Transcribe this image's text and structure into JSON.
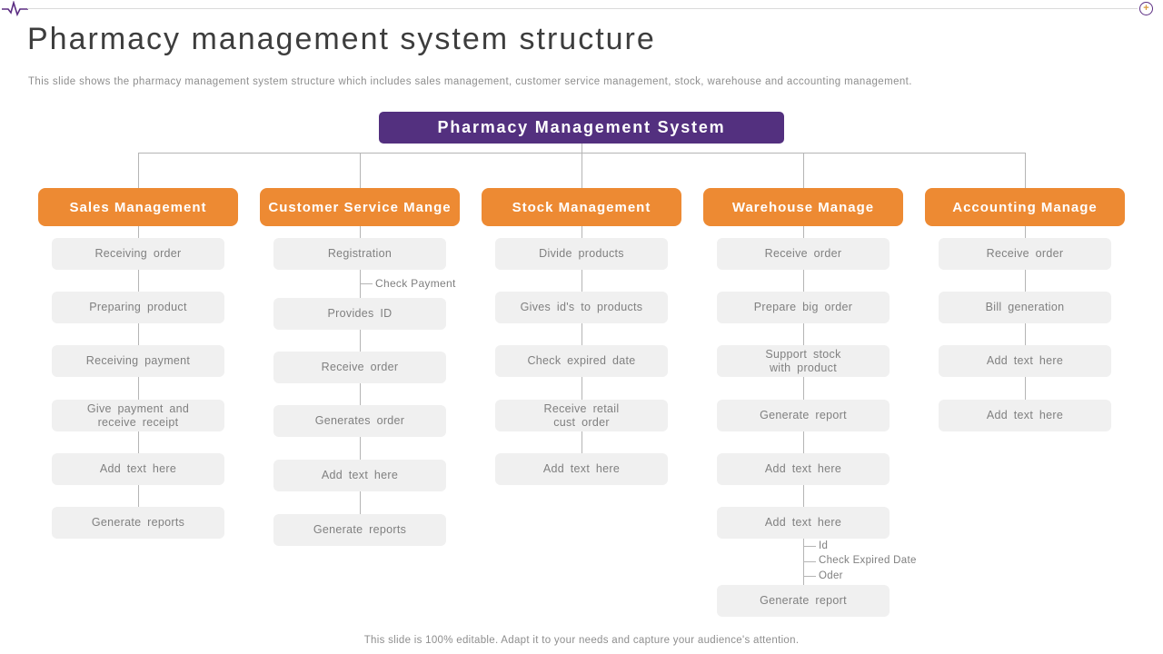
{
  "slide": {
    "title": "Pharmacy management system structure",
    "subtitle": "This slide shows the pharmacy management system structure which includes sales management, customer service management, stock, warehouse and accounting management.",
    "footer": "This slide is 100% editable. Adapt it to your needs and capture your audience's attention.",
    "root_label": "Pharmacy Management System"
  },
  "icons": {
    "top_left": "heartbeat-pulse-icon",
    "top_right": "plus-circle-icon",
    "plus_glyph": "+"
  },
  "colors": {
    "purple": "#53307f",
    "orange": "#ed8a33",
    "item_bg": "#f0f0f0",
    "item_text": "#808080",
    "connector": "#b5b5b5",
    "title_text": "#3d3d3d",
    "muted_text": "#8e8e8e"
  },
  "columns": [
    {
      "header": "Sales Management",
      "items": [
        "Receiving order",
        "Preparing product",
        "Receiving payment",
        "Give payment and\nreceive receipt",
        "Add text here",
        "Generate reports"
      ]
    },
    {
      "header": "Customer Service Mange",
      "branch_label": "Check Payment",
      "items": [
        "Registration",
        "Provides ID",
        "Receive order",
        "Generates order",
        "Add text here",
        "Generate reports"
      ]
    },
    {
      "header": "Stock Management",
      "items": [
        "Divide products",
        "Gives id's to products",
        "Check expired date",
        "Receive retail\ncust order",
        "Add text here"
      ]
    },
    {
      "header": "Warehouse Manage",
      "branch_labels": [
        "Id",
        "Check Expired Date",
        "Oder"
      ],
      "items": [
        "Receive order",
        "Prepare big order",
        "Support stock\nwith product",
        "Generate report",
        "Add text here",
        "Add text here",
        "Generate report"
      ]
    },
    {
      "header": "Accounting Manage",
      "items": [
        "Receive order",
        "Bill generation",
        "Add text here",
        "Add text here"
      ]
    }
  ]
}
